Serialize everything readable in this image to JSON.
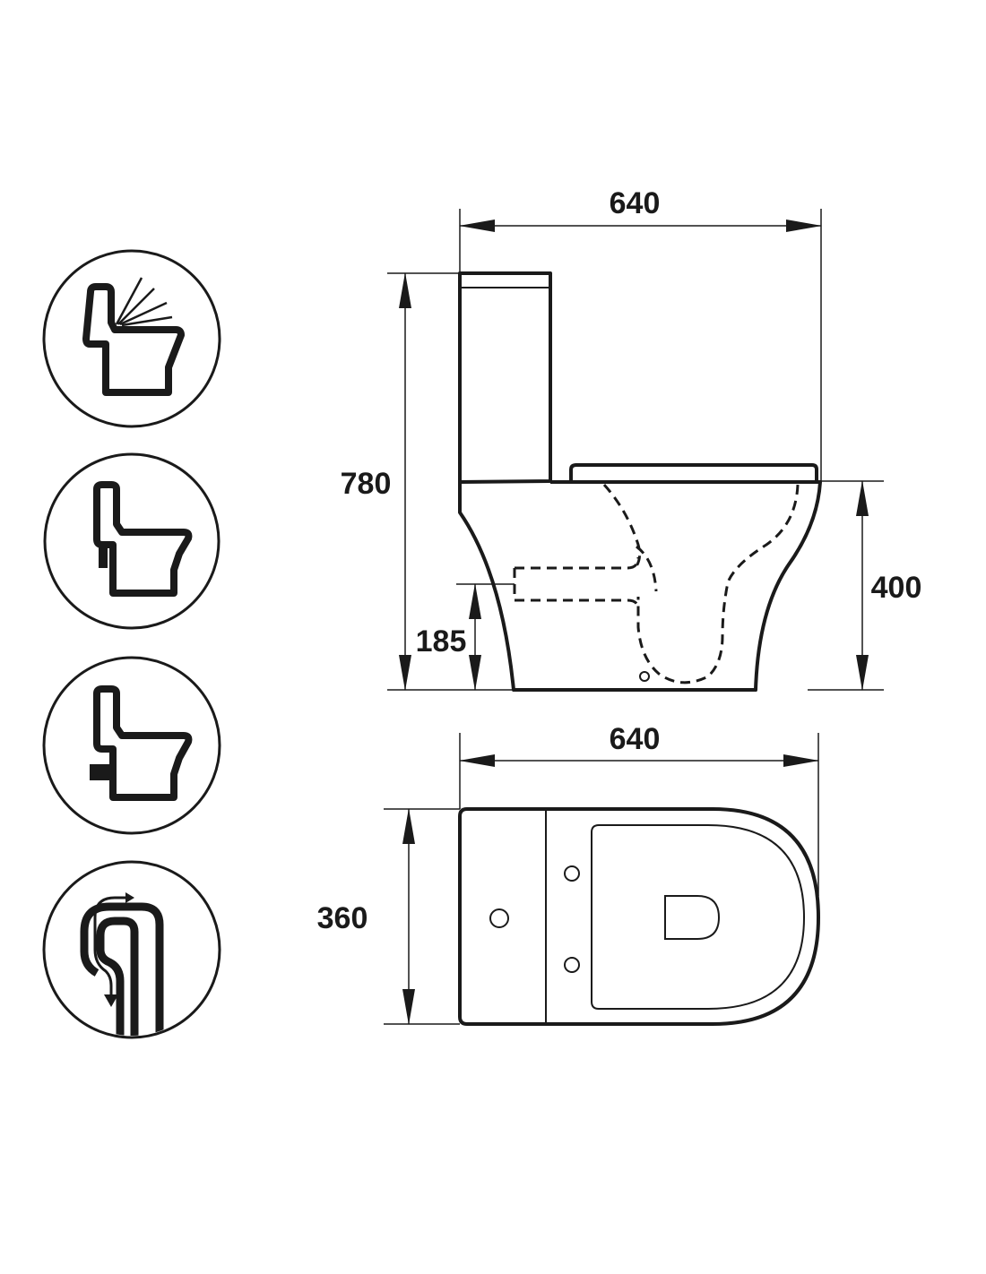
{
  "dimensions": {
    "side_width": "640",
    "total_height": "780",
    "seat_height": "400",
    "outlet_height": "185",
    "top_width": "640",
    "top_depth": "360"
  },
  "icons": [
    {
      "name": "soft-close-seat-icon"
    },
    {
      "name": "bottom-inlet-icon"
    },
    {
      "name": "side-inlet-icon"
    },
    {
      "name": "trap-flush-icon"
    }
  ],
  "colors": {
    "line": "#1a1a1a",
    "background": "#ffffff"
  }
}
